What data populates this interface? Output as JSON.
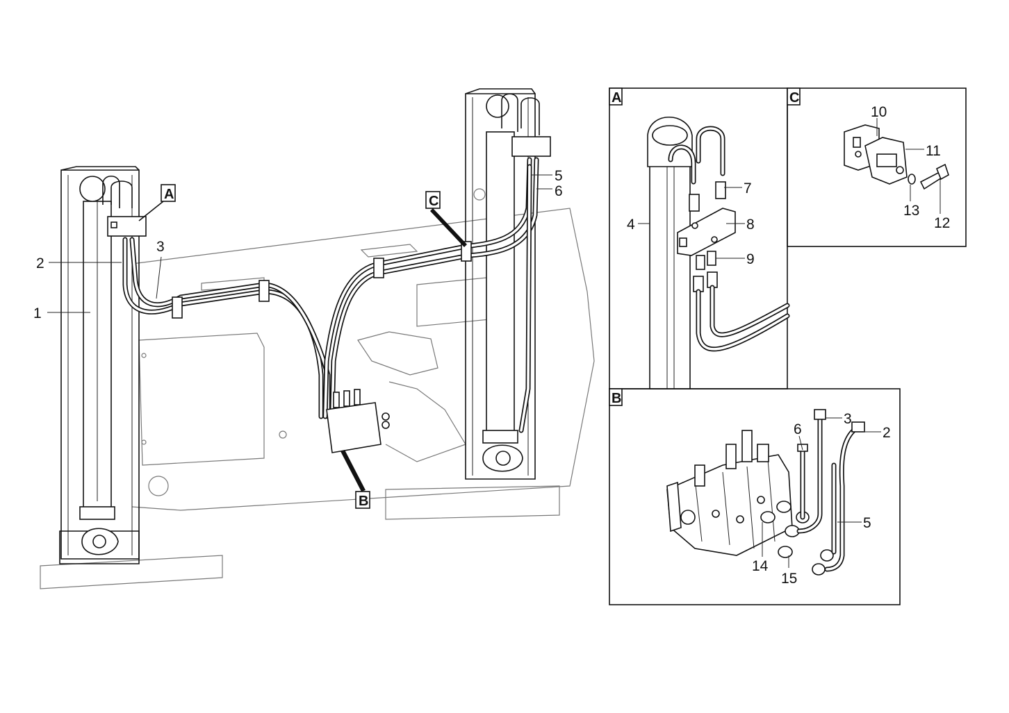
{
  "callouts": {
    "A": "A",
    "B": "B",
    "C": "C"
  },
  "main_view": {
    "labels": [
      "1",
      "2",
      "3",
      "5",
      "6"
    ]
  },
  "detail_A": {
    "tag": "A",
    "labels": [
      "4",
      "7",
      "8",
      "9"
    ]
  },
  "detail_B": {
    "tag": "B",
    "labels": [
      "6",
      "3",
      "2",
      "5",
      "14",
      "15"
    ]
  },
  "detail_C": {
    "tag": "C",
    "labels": [
      "10",
      "11",
      "13",
      "12"
    ]
  },
  "colors": {
    "line": "#111111",
    "background": "#ffffff"
  }
}
